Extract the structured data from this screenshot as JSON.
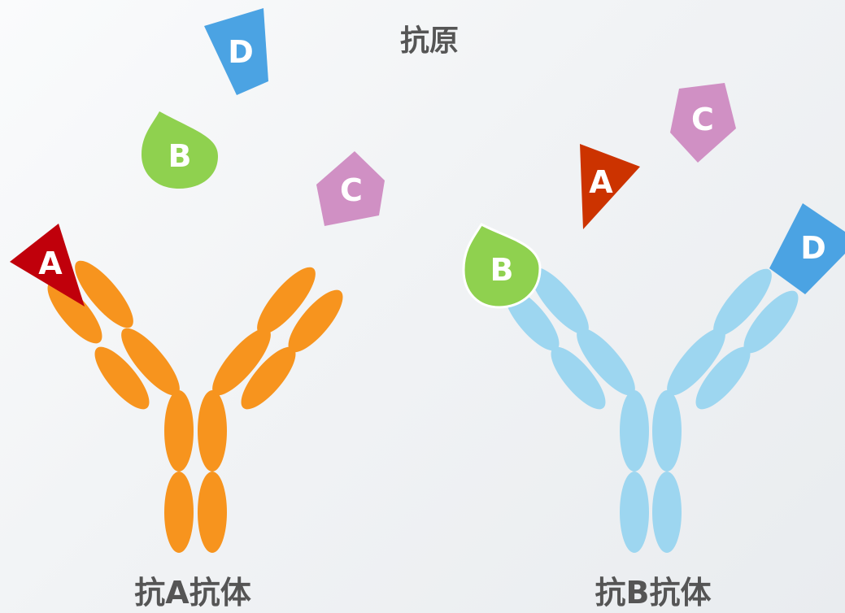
{
  "title": "抗原",
  "colors": {
    "background": "#eef0f2",
    "antibody_a": "#f7941e",
    "antibody_b": "#9dd6f0",
    "antigen_a_left": "#c0000b",
    "antigen_a_right": "#cc3300",
    "antigen_b": "#8fd14f",
    "antigen_c": "#d090c4",
    "antigen_d": "#4ba3e3",
    "label": "#555555",
    "antigen_letter": "#ffffff"
  },
  "antibodies": [
    {
      "label": "抗A抗体",
      "binds": "A",
      "color_key": "antibody_a"
    },
    {
      "label": "抗B抗体",
      "binds": "B",
      "color_key": "antibody_b"
    }
  ],
  "antigens": {
    "left": [
      {
        "letter": "A",
        "shape": "triangle",
        "bound": true
      },
      {
        "letter": "B",
        "shape": "drop",
        "bound": false
      },
      {
        "letter": "C",
        "shape": "pentagon",
        "bound": false
      },
      {
        "letter": "D",
        "shape": "trapezoid",
        "bound": false
      }
    ],
    "right": [
      {
        "letter": "A",
        "shape": "triangle",
        "bound": false
      },
      {
        "letter": "B",
        "shape": "drop",
        "bound": true
      },
      {
        "letter": "C",
        "shape": "pentagon",
        "bound": false
      },
      {
        "letter": "D",
        "shape": "trapezoid",
        "bound": true
      }
    ]
  }
}
